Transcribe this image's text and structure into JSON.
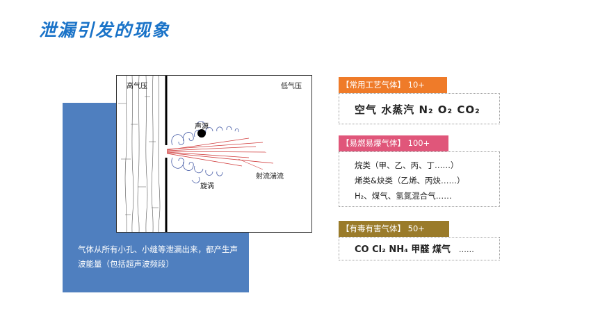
{
  "title": "泄漏引发的现象",
  "diagram": {
    "high_pressure": "高气压",
    "low_pressure": "低气压",
    "sound_source": "声源",
    "vortex": "旋涡",
    "jet_turbulence": "射流湍流"
  },
  "description": "气体从所有小孔、小缝等泄漏出来，都产生声波能量（包括超声波频段）",
  "categories": [
    {
      "label": "【常用工艺气体】 10+",
      "color": "#ef7b29",
      "lines": [
        "空气  水蒸汽  N₂  O₂  CO₂"
      ]
    },
    {
      "label": "【易燃易爆气体】 100+",
      "color": "#e0567a",
      "lines": [
        "烷类（甲、乙、丙、丁……）",
        "烯类&炔类（乙烯、丙炔……）",
        "H₂、煤气、氢氮混合气……"
      ]
    },
    {
      "label": "【有毒有害气体】 50+",
      "color": "#9a7b2a",
      "lines": [
        "CO Cl₂ NH₄ 甲醛 煤气",
        "……"
      ]
    }
  ]
}
